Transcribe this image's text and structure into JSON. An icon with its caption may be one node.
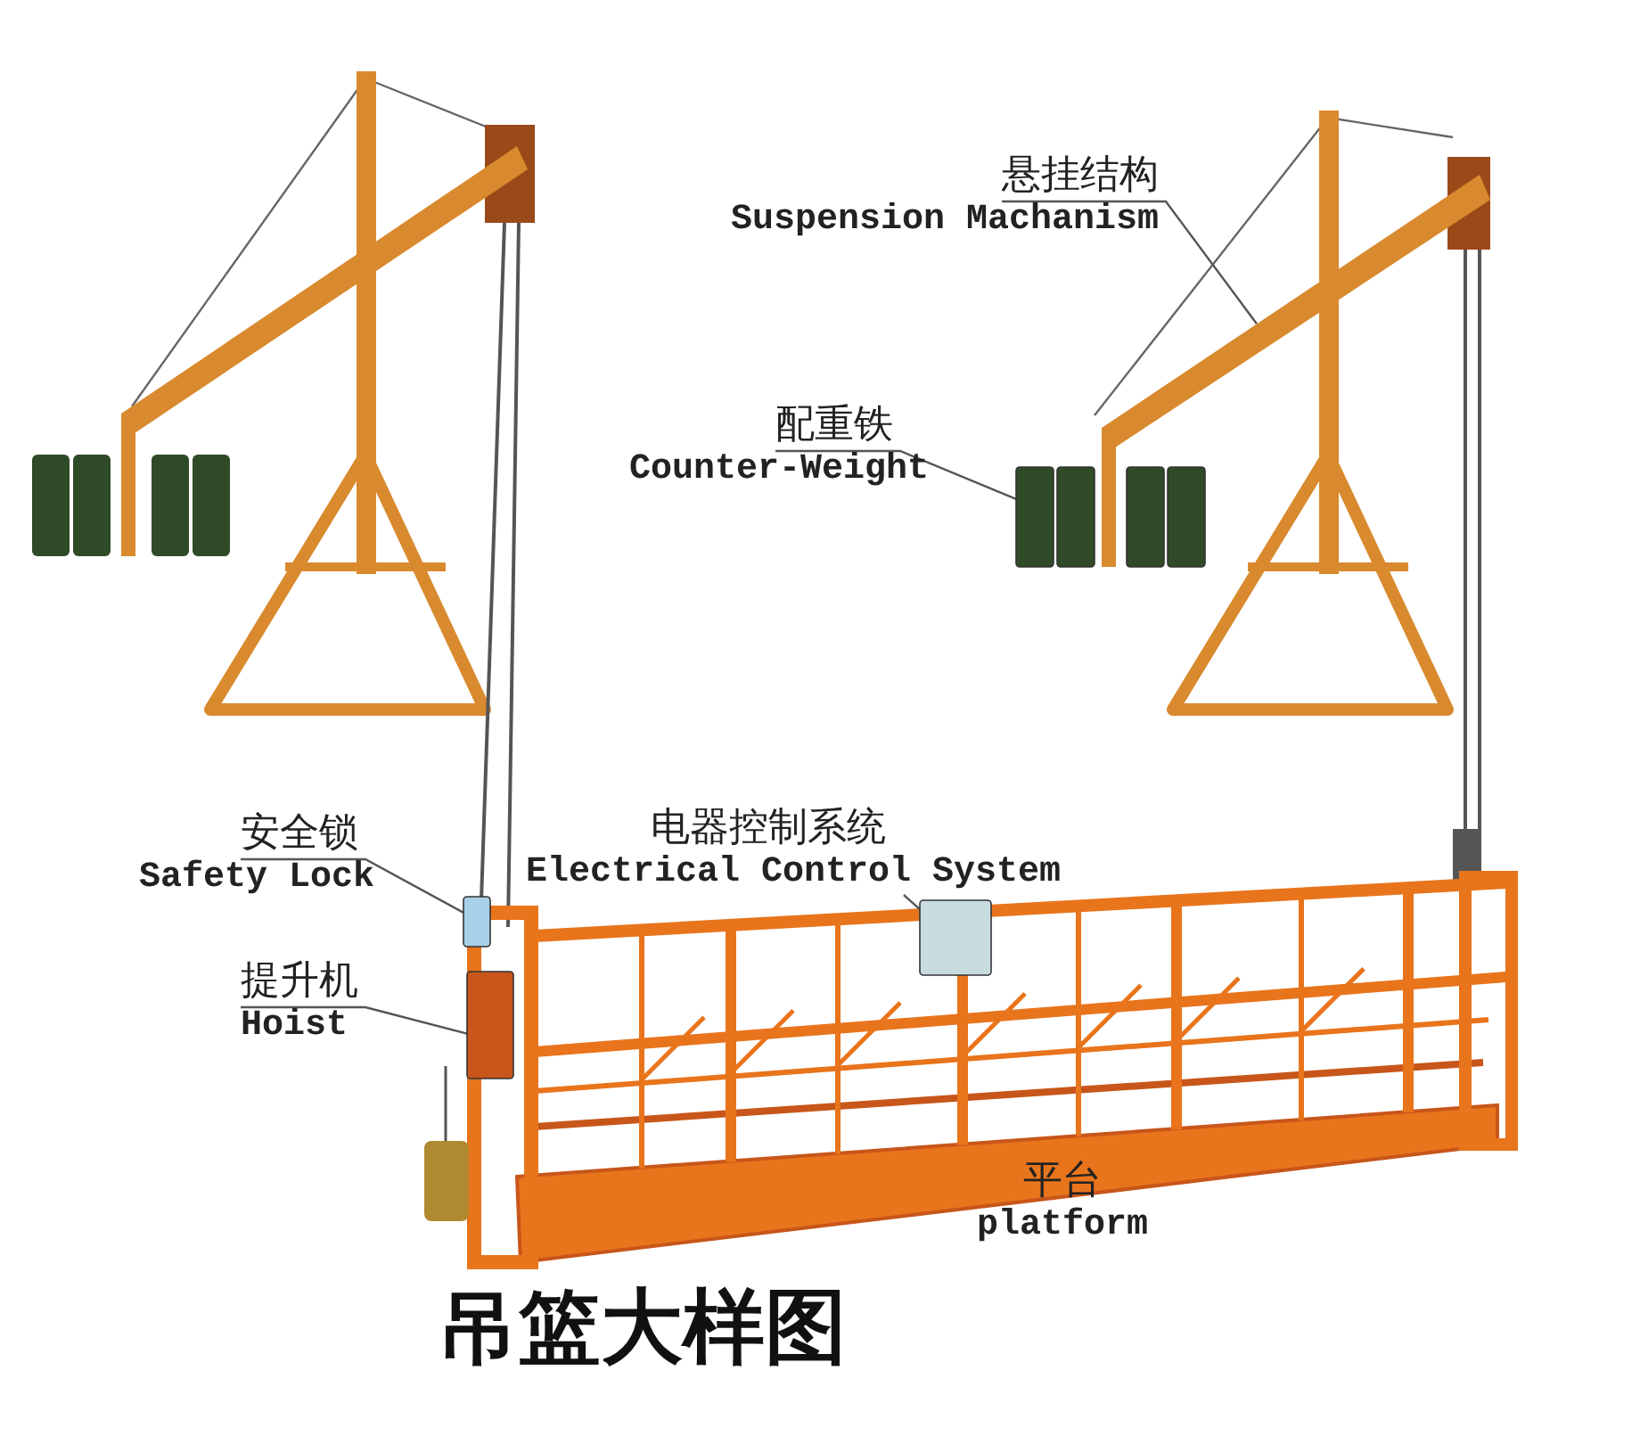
{
  "diagram": {
    "title": "吊篮大样图",
    "nodes": [
      {
        "text": [
          "悬挂结构",
          "Suspension Machanism"
        ]
      },
      {
        "text": [],
        "shape": "bar"
      },
      {
        "text": [
          "配重铁",
          "Counter-Weight"
        ]
      },
      {
        "text": [],
        "shape": "box"
      },
      {
        "text": [
          "安全锁",
          "Safety Lock"
        ]
      },
      {
        "text": [],
        "shape": "box"
      },
      {
        "text": [
          "电器控制系统",
          "Electrical Control System"
        ]
      },
      {
        "text": [],
        "shape": "box"
      },
      {
        "text": [
          "提升机",
          "Hoist"
        ]
      },
      {
        "text": [],
        "shape": "box"
      }
    ],
    "edges": [
      {
        "from": 0,
        "to": 1,
        "arrow": "none"
      },
      {
        "from": 2,
        "to": 3,
        "arrow": "none"
      },
      {
        "from": 4,
        "to": 5,
        "arrow": "none"
      },
      {
        "from": 6,
        "to": 7,
        "arrow": "none"
      },
      {
        "from": 8,
        "to": 9,
        "arrow": "none"
      }
    ],
    "labels": [
      "平台",
      "platform"
    ]
  }
}
